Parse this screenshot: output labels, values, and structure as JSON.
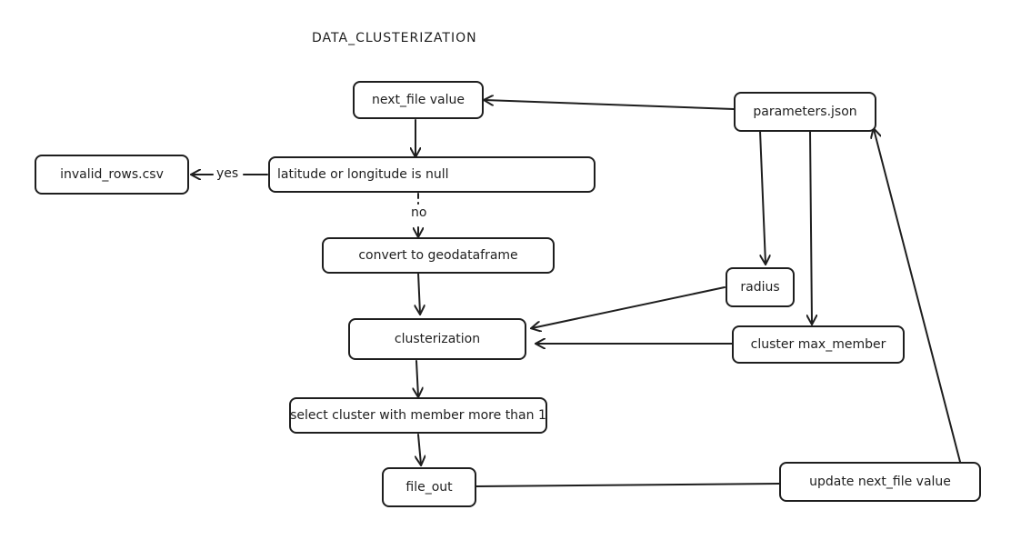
{
  "title": "DATA_CLUSTERIZATION",
  "nodes": {
    "next_file_value": "next_file value",
    "parameters_json": "parameters.json",
    "invalid_rows": "invalid_rows.csv",
    "lat_lon_null": "latitude or longitude is null",
    "convert_geodataframe": "convert to geodataframe",
    "radius": "radius",
    "clusterization": "clusterization",
    "cluster_max_member": "cluster max_member",
    "select_cluster": "select cluster with member more than 1",
    "file_out": "file_out",
    "update_next_file": "update next_file value"
  },
  "edge_labels": {
    "yes": "yes",
    "no": "no"
  },
  "colors": {
    "stroke": "#1e1e1e",
    "background": "#ffffff"
  }
}
